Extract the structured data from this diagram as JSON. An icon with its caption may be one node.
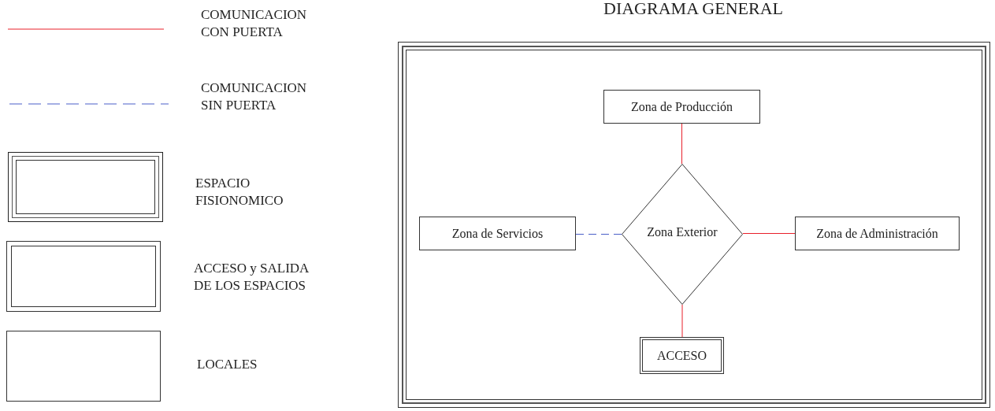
{
  "diagram": {
    "title": "DIAGRAMA GENERAL",
    "nodes": [
      {
        "text": [],
        "shape": "box"
      },
      {
        "text": [
          "Zona de Producción"
        ],
        "in": 0
      },
      {
        "text": [
          "Zona de Servicios"
        ],
        "in": 0
      },
      {
        "text": [
          "Zona Exterior"
        ],
        "in": 0
      },
      {
        "text": [
          "Zona de Administración"
        ],
        "in": 0
      },
      {
        "text": [
          "ACCESO"
        ],
        "in": 0
      }
    ],
    "edges": [
      {
        "from": 1,
        "to": 3,
        "arrow": "none"
      },
      {
        "from": 2,
        "to": 3,
        "arrow": "none",
        "style": "dashed",
        "color": "#4a5fc8"
      },
      {
        "from": 3,
        "to": 4,
        "arrow": "none"
      },
      {
        "from": 3,
        "to": 5,
        "arrow": "none"
      }
    ],
    "legend": [
      {
        "text": "COMUNICACION CON PUERTA"
      },
      {
        "text": "COMUNICACION SIN PUERTA"
      },
      {
        "text": "ESPACIO FISIONOMICO"
      },
      {
        "text": "ACCESO y SALIDA DE LOS ESPACIOS"
      },
      {
        "text": "LOCALES"
      }
    ]
  }
}
